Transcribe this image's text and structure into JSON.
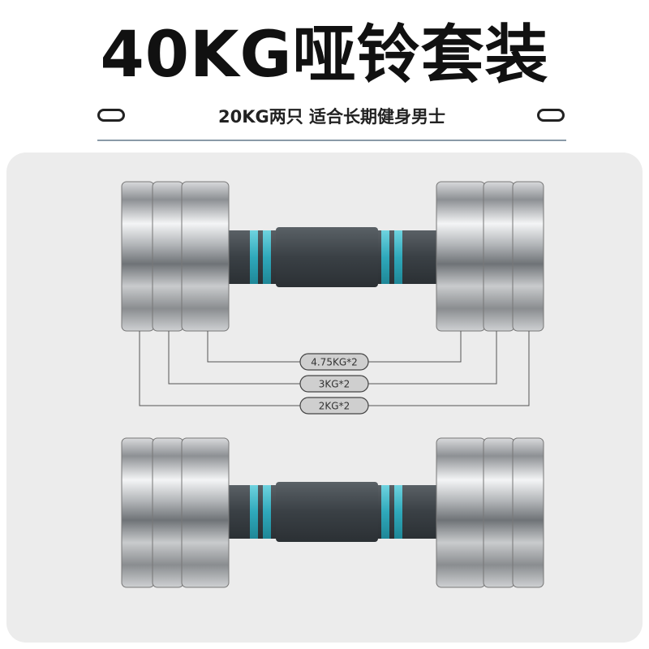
{
  "header": {
    "title": "40KG哑铃套装",
    "subtitle": "20KG两只  适合长期健身男士"
  },
  "plate_labels": [
    "4.75KG*2",
    "3KG*2",
    "2KG*2"
  ],
  "colors": {
    "accent_ring": "#3ab7c8",
    "handle": "#3d4449",
    "panel_bg": "#ececec",
    "divider": "#8a9aa8"
  },
  "icons": [
    "pill-left-icon",
    "pill-right-icon",
    "dumbbell-icon",
    "dumbbell-icon"
  ]
}
